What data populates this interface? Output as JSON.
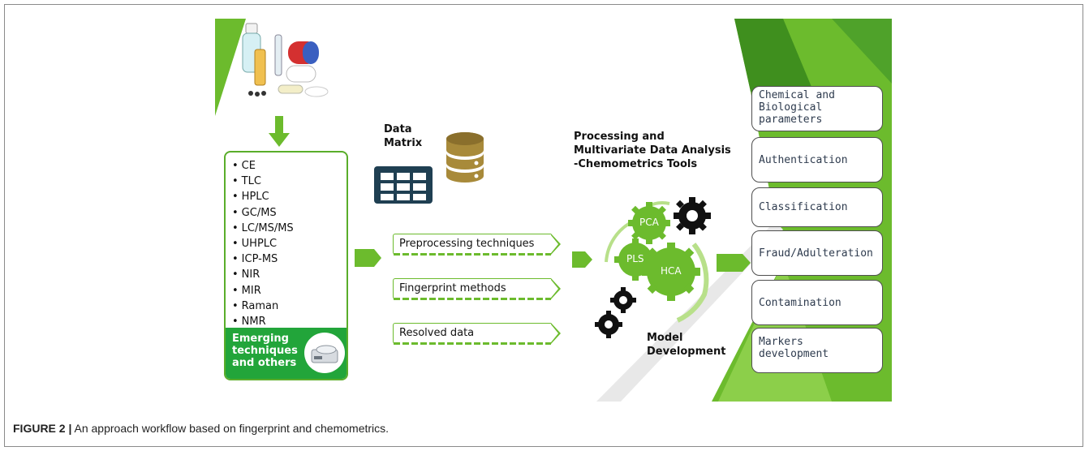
{
  "diagram": {
    "data_matrix_label": "Data\nMatrix",
    "processing_label": "Processing and\nMultivariate Data Analysis\n-Chemometrics Tools",
    "model_label": "Model\nDevelopment",
    "techniques": [
      "CE",
      "TLC",
      "HPLC",
      "GC/MS",
      "LC/MS/MS",
      "UHPLC",
      "ICP-MS",
      "NIR",
      "MIR",
      "Raman",
      "NMR"
    ],
    "emerging_label": "Emerging\ntechniques\nand others",
    "methods": [
      "Preprocessing techniques",
      "Fingerprint methods",
      "Resolved data"
    ],
    "gears": [
      "PCA",
      "PLS",
      "HCA"
    ],
    "results": [
      "Chemical and\nBiological\nparameters",
      "Authentication",
      "Classification",
      "Fraud/Adulteration",
      "Contamination",
      "Markers\ndevelopment"
    ],
    "colors": {
      "green": "#6cbb2d",
      "dark_green": "#22a53a",
      "light_green": "#b8e08a",
      "grid": "#1f3f52"
    }
  },
  "caption": {
    "label": "FIGURE 2 |",
    "text": " An approach workflow based on fingerprint and chemometrics."
  }
}
